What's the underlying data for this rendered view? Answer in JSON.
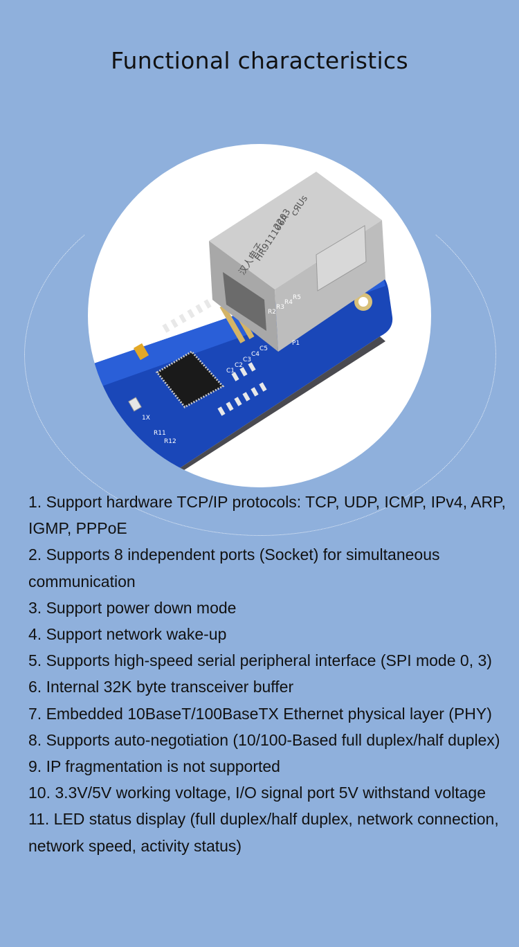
{
  "title": "Functional characteristics",
  "colors": {
    "background": "#8fb0dc",
    "circle": "#ffffff",
    "pcb": "#1f52c9"
  },
  "image": {
    "connector_markings": [
      "cЯUs",
      "2203",
      "HR911106A",
      "汉人电子"
    ],
    "pcb_labels": [
      "P1",
      "R2",
      "R3",
      "R4",
      "R5",
      "C1",
      "C2",
      "C3",
      "C4",
      "C5",
      "R11",
      "R12",
      "1X"
    ]
  },
  "features": [
    "1.  Support hardware TCP/IP protocols: TCP, UDP, ICMP, IPv4, ARP, IGMP, PPPoE",
    "2.  Supports 8 independent ports (Socket) for simultaneous communication",
    "3.  Support power down mode",
    "4.  Support network wake-up",
    "5.  Supports high-speed serial peripheral interface (SPI mode 0, 3)",
    "6.  Internal 32K byte transceiver buffer",
    "7.  Embedded 10BaseT/100BaseTX Ethernet physical layer (PHY)",
    "8.  Supports auto-negotiation (10/100-Based full duplex/half duplex)",
    "9.  IP fragmentation is not supported",
    "10.  3.3V/5V working voltage, I/O signal port 5V withstand voltage",
    "11.  LED status display (full duplex/half duplex, network connection, network speed, activity status)"
  ]
}
